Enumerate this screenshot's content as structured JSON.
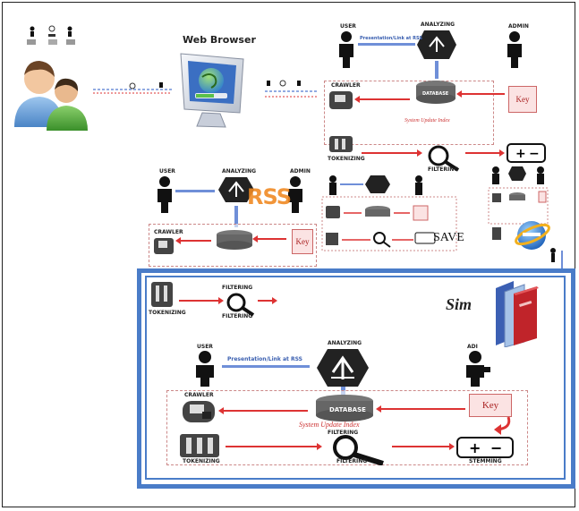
{
  "labels": {
    "web_browser": "Web Browser",
    "user": "USER",
    "analyzing": "ANALYZING",
    "admin": "ADMIN",
    "crawler": "CRAWLER",
    "database": "DATABASE",
    "key": "Key",
    "tokenizing": "TOKENIZING",
    "filtering": "FILTERING",
    "stemming": "STEMMING",
    "rss": "RSS",
    "save": "SAVE",
    "sim": "Sim",
    "adi": "ADI",
    "system_update_index": "System Update Index",
    "query_link": "Presentation/Link at RSS"
  },
  "colors": {
    "accent_blue": "#4a7cc8",
    "arrow_red": "#d33333",
    "rss_orange": "#f08a24"
  }
}
